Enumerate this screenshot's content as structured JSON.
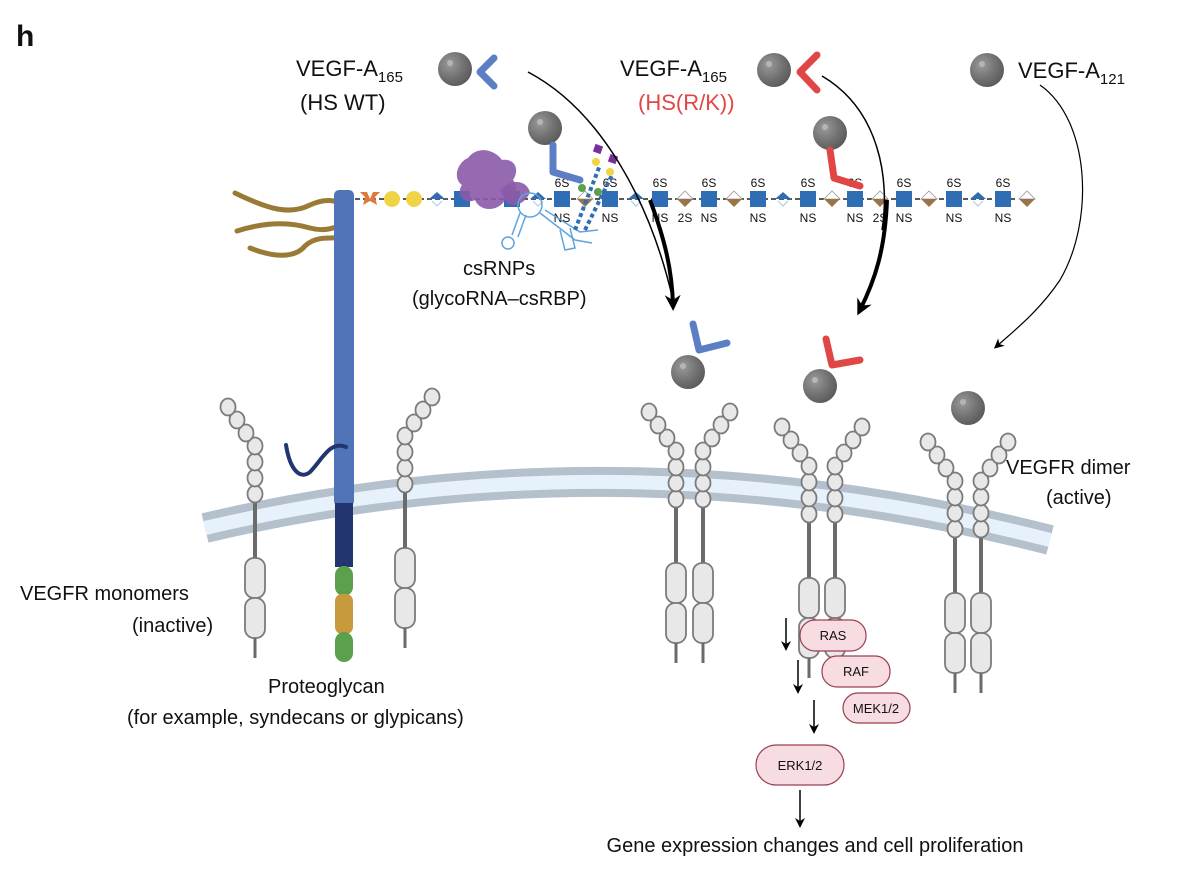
{
  "panel_label": "h",
  "ligands": {
    "wt": {
      "name": "VEGF-A",
      "isoform": "165",
      "variant": "(HS WT)",
      "color": "#5b7ec4"
    },
    "rk": {
      "name": "VEGF-A",
      "isoform": "165",
      "variant": "(HS(R/K))",
      "color": "#e04646"
    },
    "short": {
      "name": "VEGF-A",
      "isoform": "121"
    }
  },
  "hs_chain": {
    "top_labels": [
      "6S",
      "6S",
      "6S",
      "6S",
      "6S",
      "6S",
      "6S",
      "6S",
      "6S",
      "6S"
    ],
    "bottom_labels": [
      "NS",
      "NS",
      "NS",
      "2S",
      "NS",
      "NS",
      "NS",
      "NS",
      "2S",
      "NS",
      "NS",
      "NS"
    ]
  },
  "csrnp_label": {
    "line1": "csRNPs",
    "line2": "(glycoRNA–csRBP)"
  },
  "proteoglycan_label": {
    "line1": "Proteoglycan",
    "line2": "(for example, syndecans or glypicans)"
  },
  "monomer_label": {
    "line1": "VEGFR monomers",
    "line2": "(inactive)"
  },
  "dimer_label": {
    "line1": "VEGFR dimer",
    "line2": "(active)"
  },
  "pathway": {
    "nodes": [
      "RAS",
      "RAF",
      "MEK1/2",
      "ERK1/2"
    ],
    "outcome": "Gene expression changes and cell proliferation"
  },
  "colors": {
    "ligand_gray": "#6f6f6f",
    "core_protein": "#4f74b8",
    "core_tm": "#22356f",
    "green_domain": "#5aa04d",
    "gold_domain": "#c89a3e",
    "lipid": "#9a7b35",
    "glcnac": "#2f6db5",
    "iduA": "#9a7448",
    "membrane": "#b4c0cc",
    "membrane_inner": "#e6f1fb",
    "kinase_fill": "#f7dde2",
    "kinase_stroke": "#9a3f50",
    "csrbp": "#8b5aa8"
  }
}
